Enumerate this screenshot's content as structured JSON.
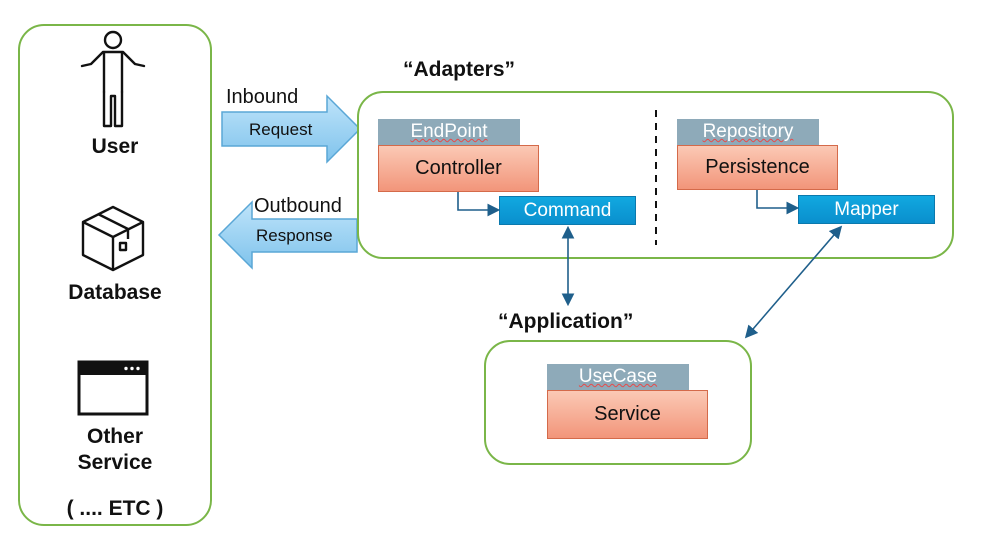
{
  "actors": {
    "user_label": "User",
    "database_label": "Database",
    "other_service_line1": "Other",
    "other_service_line2": "Service",
    "etc_label": "( .... ETC )"
  },
  "flows": {
    "inbound_label": "Inbound",
    "request_label": "Request",
    "outbound_label": "Outbound",
    "response_label": "Response"
  },
  "adapters": {
    "title": "“Adapters”",
    "endpoint_tag": "EndPoint",
    "controller_label": "Controller",
    "command_label": "Command",
    "repository_tag": "Repository",
    "persistence_label": "Persistence",
    "mapper_label": "Mapper"
  },
  "application": {
    "title": "“Application”",
    "usecase_tag": "UseCase",
    "service_label": "Service"
  },
  "colors": {
    "group_border": "#7ab648",
    "tag_fill": "#8eaab9",
    "component_fill": "#f2957a",
    "dto_fill": "#11a8e0",
    "arrow_fill": "#9dd3f2",
    "connector": "#1f5f8b"
  },
  "icons": {
    "user": "person-icon",
    "database": "box-icon",
    "other_service": "window-icon"
  }
}
